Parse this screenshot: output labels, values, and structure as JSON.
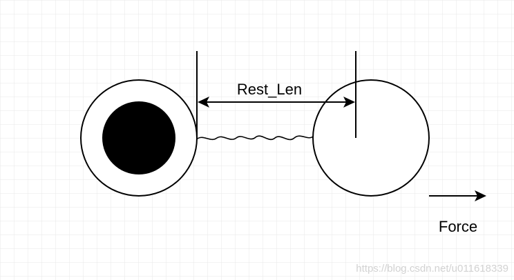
{
  "diagram": {
    "rest_length_label": "Rest_Len",
    "force_label": "Force"
  },
  "watermark": {
    "text": "https://blog.csdn.net/u011618339"
  },
  "colors": {
    "grid": "#e7e7e7",
    "stroke": "#000000",
    "fixed_core": "#000000",
    "watermark": "#d2d2d2"
  }
}
